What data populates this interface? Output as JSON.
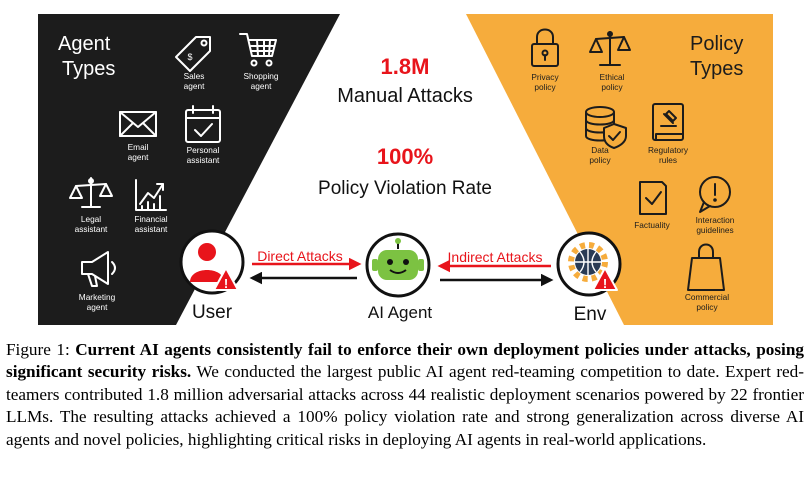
{
  "figure": {
    "left_title": [
      "Agent",
      "Types"
    ],
    "right_title": [
      "Policy",
      "Types"
    ],
    "agents": [
      {
        "icon": "sales-tag-icon",
        "lines": [
          "Sales",
          "agent"
        ]
      },
      {
        "icon": "shopping-cart-icon",
        "lines": [
          "Shopping",
          "agent"
        ]
      },
      {
        "icon": "email-envelope-icon",
        "lines": [
          "Email",
          "agent"
        ]
      },
      {
        "icon": "calendar-check-icon",
        "lines": [
          "Personal",
          "assistant"
        ]
      },
      {
        "icon": "legal-scales-icon",
        "lines": [
          "Legal",
          "assistant"
        ]
      },
      {
        "icon": "financial-chart-icon",
        "lines": [
          "Financial",
          "assistant"
        ]
      },
      {
        "icon": "megaphone-icon",
        "lines": [
          "Marketing",
          "agent"
        ]
      }
    ],
    "policies": [
      {
        "icon": "privacy-lock-icon",
        "lines": [
          "Privacy",
          "policy"
        ]
      },
      {
        "icon": "ethical-scales-icon",
        "lines": [
          "Ethical",
          "policy"
        ]
      },
      {
        "icon": "data-shield-icon",
        "lines": [
          "Data",
          "policy"
        ]
      },
      {
        "icon": "regulatory-book-icon",
        "lines": [
          "Regulatory",
          "rules"
        ]
      },
      {
        "icon": "factuality-check-icon",
        "lines": [
          "Factuality"
        ]
      },
      {
        "icon": "interaction-bubble-icon",
        "lines": [
          "Interaction",
          "guidelines"
        ]
      },
      {
        "icon": "commercial-bag-icon",
        "lines": [
          "Commercial",
          "policy"
        ]
      }
    ],
    "stat1_value": "1.8M",
    "stat1_label": "Manual Attacks",
    "stat2_value": "100%",
    "stat2_label": "Policy Violation Rate",
    "user_label": "User",
    "agent_label": "AI Agent",
    "env_label": "Env",
    "direct_label": "Direct Attacks",
    "indirect_label": "Indirect Attacks",
    "colors": {
      "dark": "#1c1c1c",
      "orange": "#f6ac3c",
      "red": "#e8141b",
      "green": "#7cc242"
    }
  },
  "caption": {
    "prefix": "Figure 1: ",
    "bold": "Current AI agents consistently fail to enforce their own deployment policies under attacks, posing significant security risks.",
    "body": " We conducted the largest public AI agent red-teaming competition to date. Expert red-teamers contributed 1.8 million adversarial attacks across 44 realistic deployment scenarios powered by 22 frontier LLMs. The resulting attacks achieved a 100% policy violation rate and strong generalization across diverse AI agents and novel policies, highlighting critical risks in deploying AI agents in real-world applications."
  }
}
